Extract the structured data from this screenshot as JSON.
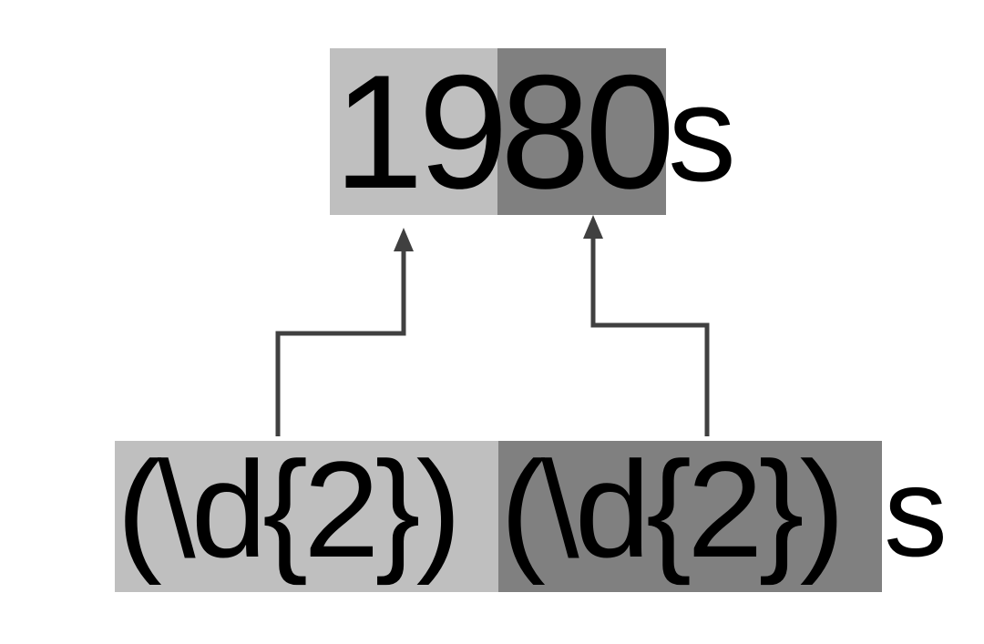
{
  "top": {
    "group1": "19",
    "group2": "80",
    "suffix": "s"
  },
  "bottom": {
    "group1": "(\\d{2})",
    "group2": "(\\d{2})",
    "suffix": "s"
  },
  "colors": {
    "group1_fill": "#bfbfbf",
    "group2_fill": "#808080",
    "arrow": "#404040",
    "text": "#000000",
    "background": "#ffffff"
  }
}
